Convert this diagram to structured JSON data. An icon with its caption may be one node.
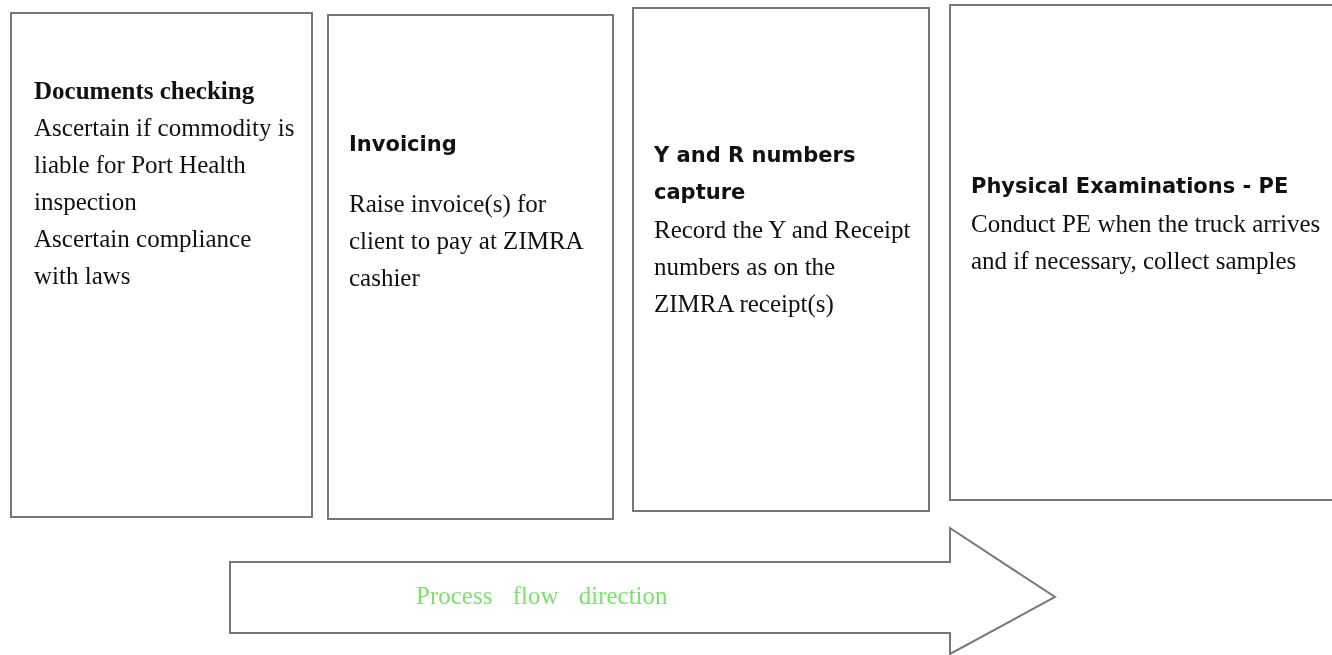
{
  "diagram": {
    "nodes": [
      {
        "text": [
          "Documents checking",
          "Ascertain if commodity is liable for Port Health inspection",
          "Ascertain compliance with laws"
        ]
      },
      {
        "text": [
          "Invoicing",
          "Raise invoice(s) for client to pay at ZIMRA cashier"
        ]
      },
      {
        "text": [
          "Y and R numbers capture",
          "Record the Y and Receipt numbers as on the ZIMRA receipt(s)"
        ]
      },
      {
        "text": [
          "Physical Examinations - PE",
          "Conduct PE when the truck arrives and if necessary, collect samples"
        ]
      },
      {
        "text": [
          "Process flow direction"
        ]
      }
    ]
  }
}
